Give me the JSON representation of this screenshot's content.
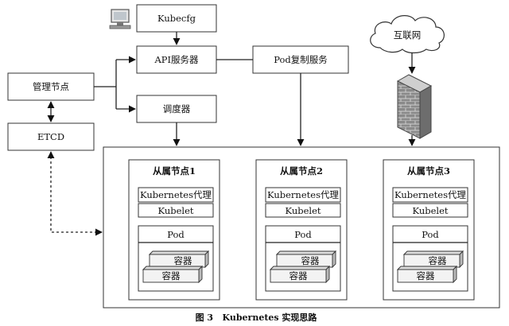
{
  "nodes": {
    "kubecfg": "Kubecfg",
    "api_server": "API服务器",
    "pod_replication": "Pod复制服务",
    "management_node": "管理节点",
    "scheduler": "调度器",
    "etcd": "ETCD",
    "internet": "互联网"
  },
  "minions": [
    {
      "title": "从属节点1",
      "proxy": "Kubernetes代理",
      "kubelet": "Kubelet",
      "pod": "Pod",
      "container_a": "容器",
      "container_b": "容器"
    },
    {
      "title": "从属节点2",
      "proxy": "Kubernetes代理",
      "kubelet": "Kubelet",
      "pod": "Pod",
      "container_a": "容器",
      "container_b": "容器"
    },
    {
      "title": "从属节点3",
      "proxy": "Kubernetes代理",
      "kubelet": "Kubelet",
      "pod": "Pod",
      "container_a": "容器",
      "container_b": "容器"
    }
  ],
  "caption": "图 3   Kubernetes 实现思路",
  "icons": {
    "computer": "computer-icon",
    "cloud": "cloud-icon",
    "firewall": "firewall-icon"
  }
}
